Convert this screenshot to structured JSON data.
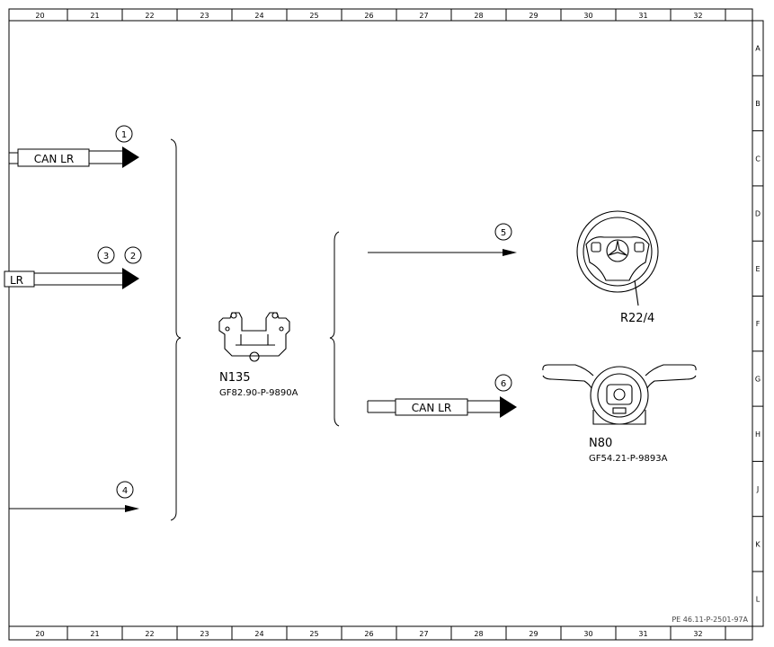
{
  "ruler": {
    "columns": [
      "20",
      "21",
      "22",
      "23",
      "24",
      "25",
      "26",
      "27",
      "28",
      "29",
      "30",
      "31",
      "32"
    ],
    "rows": [
      "A",
      "B",
      "C",
      "D",
      "E",
      "F",
      "G",
      "H",
      "J",
      "K",
      "L"
    ]
  },
  "connections": [
    {
      "num": "1",
      "bus": "CAN LR"
    },
    {
      "num": "3",
      "bus": "LR"
    },
    {
      "num": "2",
      "bus": ""
    },
    {
      "num": "4",
      "bus": ""
    },
    {
      "num": "5",
      "bus": ""
    },
    {
      "num": "6",
      "bus": "CAN LR"
    }
  ],
  "components": {
    "n135": {
      "label": "N135",
      "ref": "GF82.90-P-9890A"
    },
    "r22_4": {
      "label": "R22/4"
    },
    "n80": {
      "label": "N80",
      "ref": "GF54.21-P-9893A"
    }
  },
  "doc_id": "PE 46.11-P-2501-97A"
}
